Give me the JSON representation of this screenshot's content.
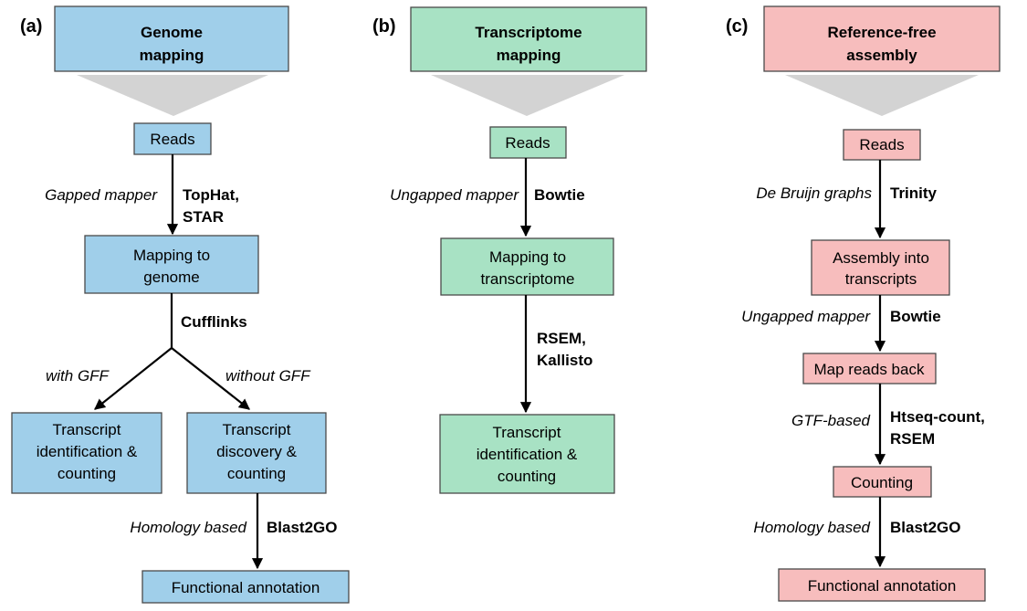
{
  "colors": {
    "blue": "#a0cfea",
    "green": "#a8e2c4",
    "pink": "#f7bdbd",
    "funnel": "#d3d3d3"
  },
  "panel_a": {
    "label": "(a)",
    "header": [
      "Genome",
      "mapping"
    ],
    "reads": "Reads",
    "method1": "Gapped mapper",
    "tools1": [
      "TopHat,",
      "STAR"
    ],
    "step2": [
      "Mapping to",
      "genome"
    ],
    "tools2": "Cufflinks",
    "branch_left": "with GFF",
    "branch_right": "without GFF",
    "left_box": [
      "Transcript",
      "identification &",
      "counting"
    ],
    "right_box": [
      "Transcript",
      "discovery &",
      "counting"
    ],
    "method3": "Homology based",
    "tools3": "Blast2GO",
    "final": "Functional annotation"
  },
  "panel_b": {
    "label": "(b)",
    "header": [
      "Transcriptome",
      "mapping"
    ],
    "reads": "Reads",
    "method1": "Ungapped mapper",
    "tools1": "Bowtie",
    "step2": [
      "Mapping to",
      "transcriptome"
    ],
    "tools2": [
      "RSEM,",
      "Kallisto"
    ],
    "final": [
      "Transcript",
      "identification &",
      "counting"
    ]
  },
  "panel_c": {
    "label": "(c)",
    "header": [
      "Reference-free",
      "assembly"
    ],
    "reads": "Reads",
    "method1": "De Bruijn graphs",
    "tools1": "Trinity",
    "step2": [
      "Assembly into",
      "transcripts"
    ],
    "method2": "Ungapped mapper",
    "tools2": "Bowtie",
    "step3": "Map reads back",
    "method3": "GTF-based",
    "tools3": [
      "Htseq-count,",
      "RSEM"
    ],
    "step4": "Counting",
    "method4": "Homology based",
    "tools4": "Blast2GO",
    "final": "Functional annotation"
  }
}
